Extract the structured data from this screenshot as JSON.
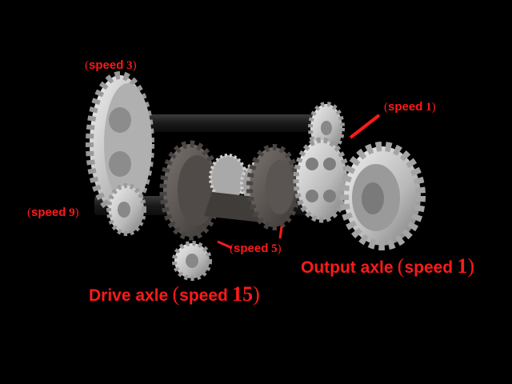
{
  "labels": {
    "speed3": {
      "word": "speed",
      "num": "3"
    },
    "speed1_top": {
      "word": "speed",
      "num": "1"
    },
    "speed9": {
      "word": "speed",
      "num": "9"
    },
    "speed5": {
      "word": "speed",
      "num": "5"
    },
    "output_axle": {
      "word": "Output axle",
      "speed_word": "speed",
      "num": "1"
    },
    "drive_axle": {
      "word": "Drive axle",
      "speed_word": "speed",
      "num": "15"
    }
  },
  "colors": {
    "background": "#000000",
    "label": "#ff1a1a",
    "light_gear": "#c8c8c8",
    "dark_gear": "#5a5552",
    "axle": "#1e1e1e"
  }
}
